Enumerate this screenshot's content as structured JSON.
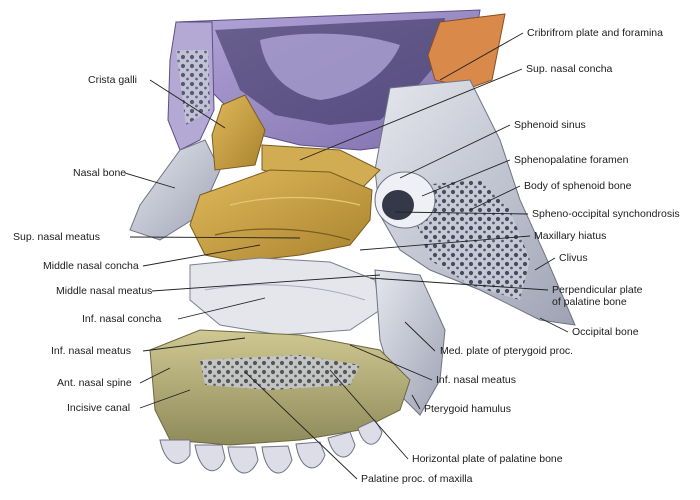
{
  "labels": {
    "cribriform_plate": "Cribrifrom plate and foramina",
    "sup_nasal_concha": "Sup. nasal concha",
    "crista_galli": "Crista galli",
    "sphenoid_sinus": "Sphenoid sinus",
    "sphenopalatine_foramen": "Sphenopalatine foramen",
    "nasal_bone": "Nasal bone",
    "body_of_sphenoid": "Body of sphenoid bone",
    "spheno_occipital": "Spheno-occipital synchondrosis",
    "sup_nasal_meatus": "Sup. nasal meatus",
    "maxillary_hiatus": "Maxillary hiatus",
    "middle_nasal_concha": "Middle nasal concha",
    "clivus": "Clivus",
    "middle_nasal_meatus": "Middle nasal meatus",
    "perpendicular_plate_1": "Perpendicular plate",
    "perpendicular_plate_2": "of palatine bone",
    "inf_nasal_concha": "Inf. nasal concha",
    "occipital_bone": "Occipital bone",
    "inf_nasal_meatus_left": "Inf. nasal meatus",
    "med_plate_pterygoid": "Med. plate of pterygoid proc.",
    "ant_nasal_spine": "Ant. nasal spine",
    "inf_nasal_meatus_right": "Inf. nasal meatus",
    "incisive_canal": "Incisive canal",
    "pterygoid_hamulus": "Pterygoid hamulus",
    "horizontal_plate": "Horizontal plate of palatine bone",
    "palatine_proc": "Palatine proc. of maxilla"
  },
  "colors": {
    "background": "#ffffff",
    "ethmoid_ochre": "#c9a24a",
    "cribriform_orange": "#d9894a",
    "cranial_violet": "#9e8cc4",
    "bone_grey": "#c8cbd6",
    "maxilla_khaki": "#b7b07a",
    "spongy_dark": "#3a3e4e",
    "leader_line": "#222222"
  }
}
